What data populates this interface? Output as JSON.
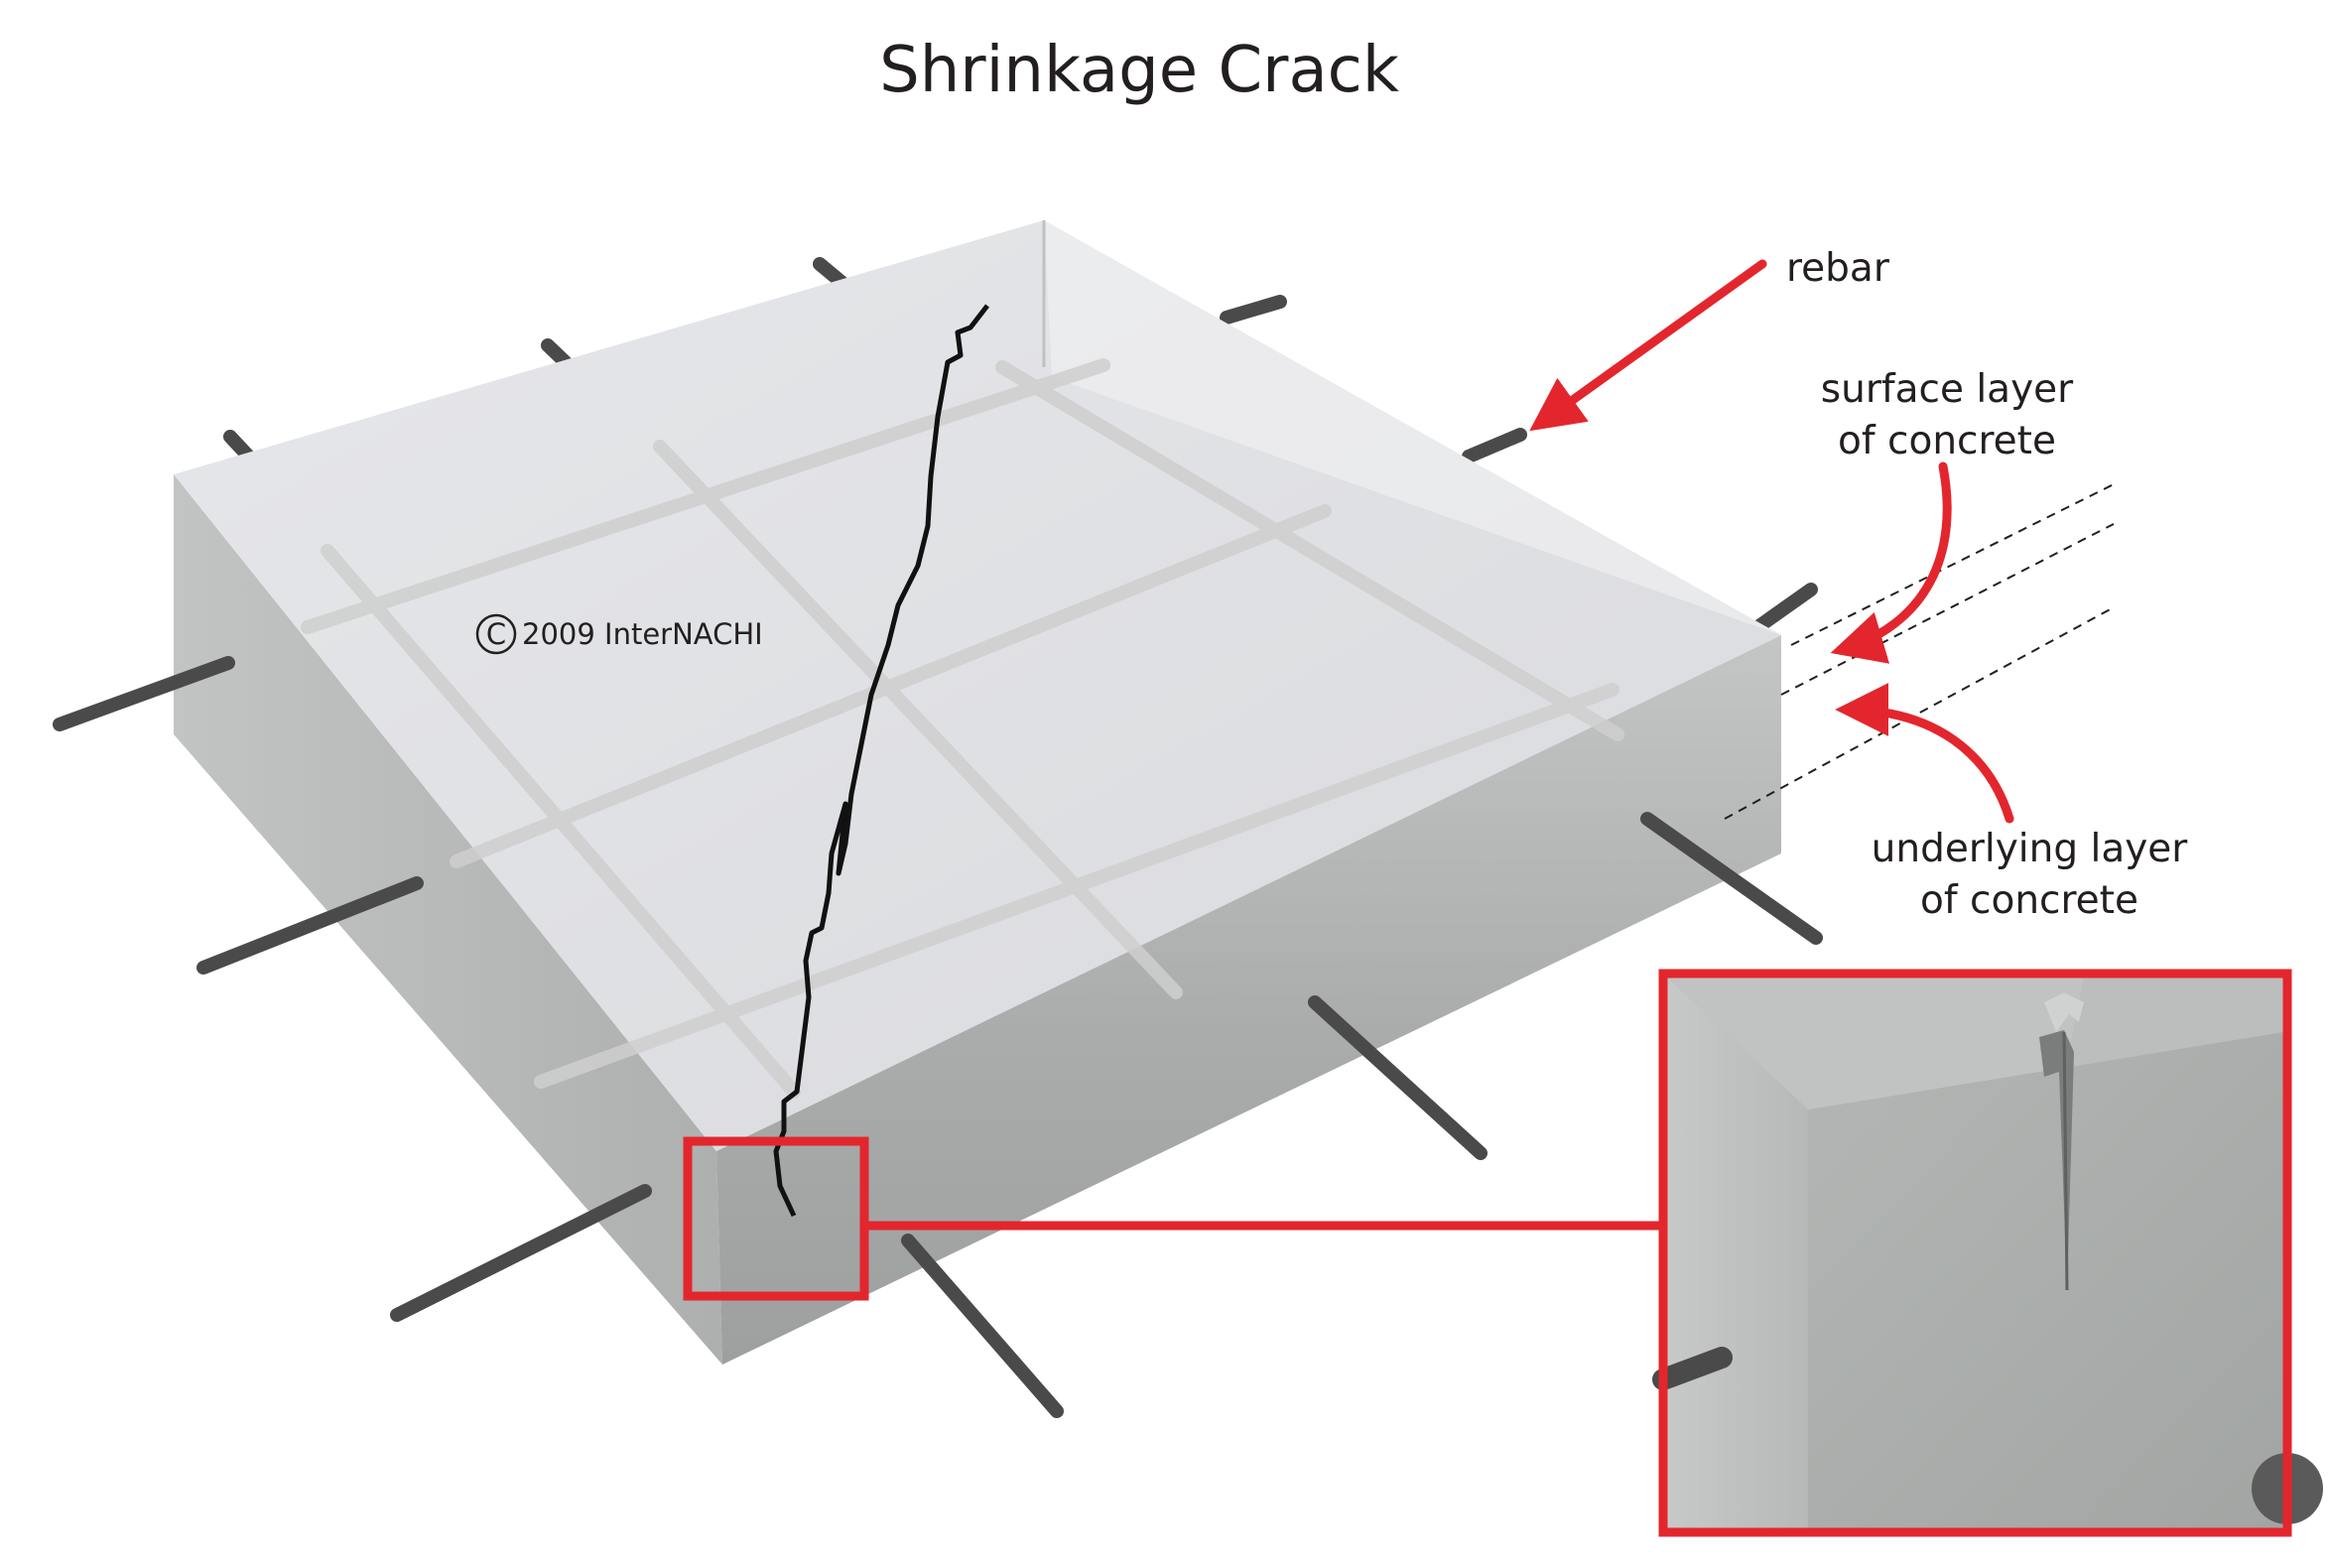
{
  "title": "Shrinkage Crack",
  "copyright": {
    "symbol": "C",
    "text": "2009  InterNACHI"
  },
  "labels": {
    "rebar": "rebar",
    "surface_layer": [
      "surface layer",
      "of concrete"
    ],
    "underlying_layer": [
      "underlying layer",
      "of concrete"
    ]
  },
  "colors": {
    "callout_red": "#e3262d",
    "rebar": "#4a4a4a",
    "slab_top": "#e1e2e5",
    "slab_side": "#a9aca9",
    "crack": "#111111"
  },
  "icons": {
    "copyright": "copyright-icon",
    "arrow": "arrow-head-icon"
  }
}
